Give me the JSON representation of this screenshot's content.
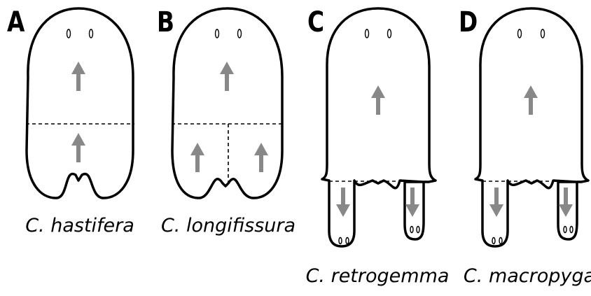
{
  "panels": [
    {
      "letter": "A",
      "species": "C. hastifera"
    },
    {
      "letter": "B",
      "species": "C. longifissura"
    },
    {
      "letter": "C",
      "species": "C. retrogemma"
    },
    {
      "letter": "D",
      "species": "C. macropyga"
    }
  ],
  "colors": {
    "outline": "#000000",
    "arrow": "#888888",
    "background": "#ffffff"
  }
}
